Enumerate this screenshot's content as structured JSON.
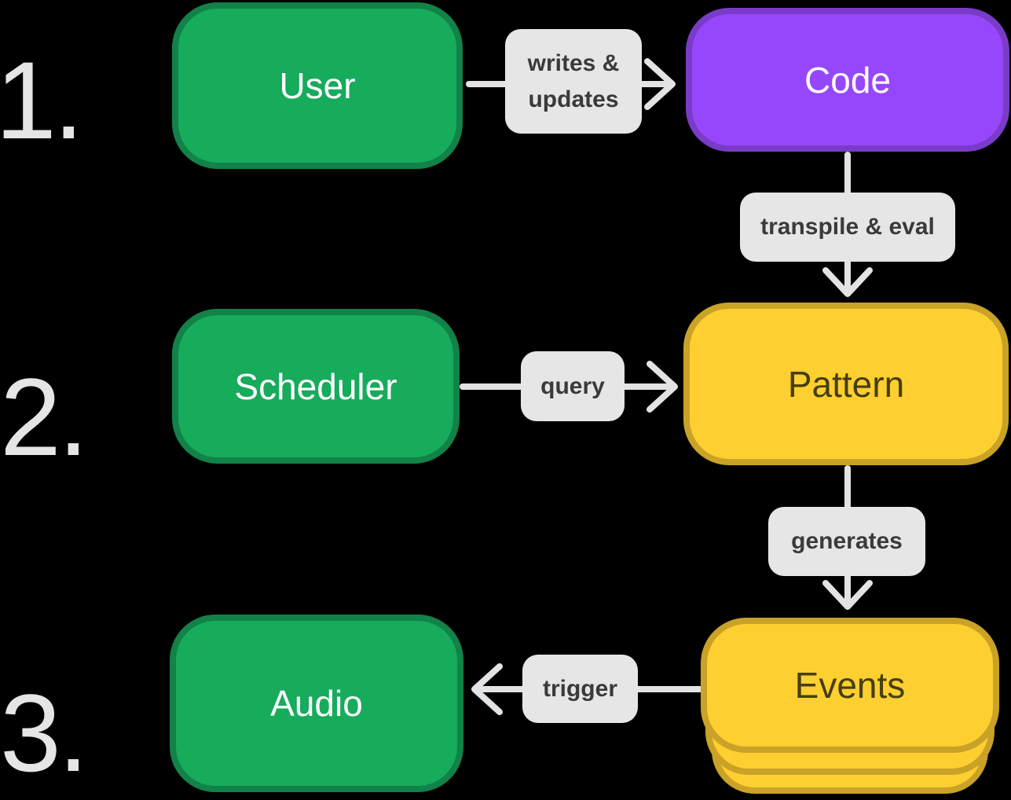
{
  "diagram": {
    "steps": [
      {
        "number": "1."
      },
      {
        "number": "2."
      },
      {
        "number": "3."
      }
    ],
    "nodes": {
      "user": {
        "label": "User"
      },
      "code": {
        "label": "Code"
      },
      "scheduler": {
        "label": "Scheduler"
      },
      "pattern": {
        "label": "Pattern"
      },
      "audio": {
        "label": "Audio"
      },
      "events": {
        "label": "Events"
      }
    },
    "edges": {
      "user_code": {
        "from": "User",
        "to": "Code",
        "label": "writes & updates"
      },
      "code_pattern": {
        "from": "Code",
        "to": "Pattern",
        "label": "transpile & eval"
      },
      "scheduler_pattern": {
        "from": "Scheduler",
        "to": "Pattern",
        "label": "query"
      },
      "pattern_events": {
        "from": "Pattern",
        "to": "Events",
        "label": "generates"
      },
      "events_audio": {
        "from": "Events",
        "to": "Audio",
        "label": "trigger"
      }
    },
    "colors": {
      "background": "#000000",
      "green_fill": "#17AB5C",
      "green_border": "#128248",
      "purple_fill": "#9747FB",
      "purple_border": "#7A3BC8",
      "yellow_fill": "#FDCF30",
      "yellow_border": "#C9A227",
      "yellow_text": "#453E10",
      "label_bg": "#E6E6E6",
      "label_text": "#3A3A3A",
      "arrow": "#E3E3E3",
      "number_text": "#E5E5E5"
    }
  }
}
